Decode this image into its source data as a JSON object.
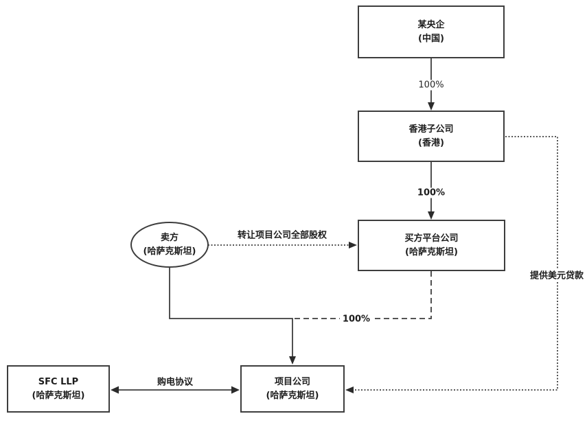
{
  "nodes": {
    "central_soe": {
      "name": "某央企",
      "location": "(中国)"
    },
    "hk_subsidiary": {
      "name": "香港子公司",
      "location": "(香港)"
    },
    "buyer_platform": {
      "name": "买方平台公司",
      "location": "(哈萨克斯坦)"
    },
    "seller": {
      "name": "卖方",
      "location": "(哈萨克斯坦)"
    },
    "project_company": {
      "name": "项目公司",
      "location": "(哈萨克斯坦)"
    },
    "sfc_llp": {
      "name": "SFC LLP",
      "location": "(哈萨克斯坦)"
    }
  },
  "edges": {
    "soe_owns_hk": {
      "label": "100%"
    },
    "hk_owns_buyer": {
      "label": "100%"
    },
    "seller_transfer": {
      "label": "转让项目公司全部股权"
    },
    "buyer_owns_project": {
      "label": "100%"
    },
    "hk_usd_loan": {
      "label": "提供美元贷款"
    },
    "power_purchase": {
      "label": "购电协议"
    }
  },
  "colors": {
    "line": "#3d3d3d",
    "arrow": "#2b2b2b",
    "text": "#1c1c1c",
    "background": "#ffffff"
  }
}
